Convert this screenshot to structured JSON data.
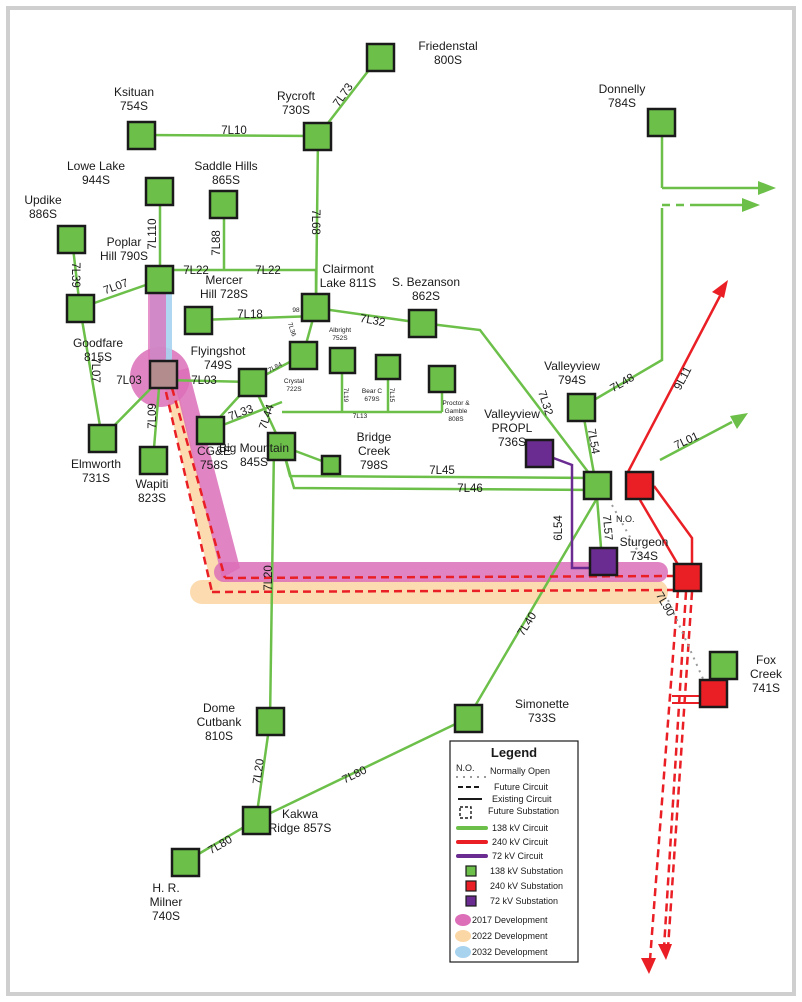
{
  "colors": {
    "kv138": "#6cc04a",
    "kv240": "#ea1f25",
    "kv72": "#6a2c91",
    "dev2017": "#dc6fb8",
    "dev2022": "#fbd7a6",
    "dev2032": "#a7d3ef",
    "sub_stroke": "#1a1a1a"
  },
  "substations": {
    "friedenstal": [
      "Friedenstal",
      "800S"
    ],
    "ksituan": [
      "Ksituan",
      "754S"
    ],
    "rycroft": [
      "Rycroft",
      "730S"
    ],
    "donnelly": [
      "Donnelly",
      "784S"
    ],
    "lowe_lake": [
      "Lowe Lake",
      "944S"
    ],
    "saddle_hills": [
      "Saddle Hills",
      "865S"
    ],
    "updike": [
      "Updike",
      "886S"
    ],
    "poplar_hill": [
      "Poplar",
      "Hill 790S"
    ],
    "clairmont_lake": [
      "Clairmont",
      "Lake 811S"
    ],
    "mercer_hill": [
      "Mercer",
      "Hill 728S"
    ],
    "s_bezanson": [
      "S. Bezanson",
      "862S"
    ],
    "goodfare": [
      "Goodfare",
      "815S"
    ],
    "flyingshot": [
      "Flyingshot",
      "749S"
    ],
    "albright": [
      "Albright",
      "752S"
    ],
    "crystal": [
      "Crystal",
      "722S"
    ],
    "bear_c": [
      "Bear C",
      "679S"
    ],
    "proctor_gamble": [
      "Proctor &",
      "Gamble",
      "808S"
    ],
    "valleyview": [
      "Valleyview",
      "794S"
    ],
    "valleyview_propl": [
      "Valleyview",
      "PROPL",
      "736S"
    ],
    "cge": [
      "CG&E",
      "758S"
    ],
    "elmworth": [
      "Elmworth",
      "731S"
    ],
    "wapiti": [
      "Wapiti",
      "823S"
    ],
    "big_mountain": [
      "Big Mountain",
      "845S"
    ],
    "bridge_creek": [
      "Bridge",
      "Creek",
      "798S"
    ],
    "sturgeon": [
      "Sturgeon",
      "734S"
    ],
    "fox_creek": [
      "Fox",
      "Creek",
      "741S"
    ],
    "simonette": [
      "Simonette",
      "733S"
    ],
    "dome_cutbank": [
      "Dome",
      "Cutbank",
      "810S"
    ],
    "kakwa_ridge": [
      "Kakwa",
      "Ridge 857S"
    ],
    "hr_milner": [
      "H. R.",
      "Milner",
      "740S"
    ]
  },
  "circuits": {
    "c7L10": "7L10",
    "c7L73": "7L73",
    "c7L68": "7L68",
    "c7L110": "7L110",
    "c7L88": "7L88",
    "c7L39": "7L39",
    "c7L07a": "7L07",
    "c7L07b": "7L07",
    "c7L22a": "7L22",
    "c7L22b": "7L22",
    "c7L18": "7L18",
    "c7L32a": "7L32",
    "c7L32b": "7L32",
    "c7L03a": "7L03",
    "c7L03b": "7L03",
    "c7L09": "7L09",
    "c7L33": "7L33",
    "c7L44": "7L44",
    "c7L84": "7L84",
    "c7L36": "7L36",
    "c7L19": "7L19",
    "c7L13": "7L13",
    "c7L15": "7L15",
    "c7L48": "7L48",
    "c7L54": "7L54",
    "c7L45": "7L45",
    "c7L46": "7L46",
    "c7L57": "7L57",
    "c6L54": "6L54",
    "c9L11": "9L11",
    "c7L01": "7L01",
    "c7L90": "7L90",
    "c7L20a": "7L20",
    "c7L20b": "7L20",
    "c7L40": "7L40",
    "c7L80a": "7L80",
    "c7L80b": "7L80",
    "c98": "98"
  },
  "no_label": "N.O.",
  "legend": {
    "title": "Legend",
    "no_abbrev": "N.O.",
    "normally_open": "Normally Open",
    "future_circuit": "Future Circuit",
    "existing_circuit": "Existing Circuit",
    "future_substation": "Future Substation",
    "kv138_circuit": "138 kV Circuit",
    "kv240_circuit": "240 kV Circuit",
    "kv72_circuit": "72 kV Circuit",
    "kv138_sub": "138 kV Substation",
    "kv240_sub": "240 kV Substation",
    "kv72_sub": "72 kV Substation",
    "dev2017": "2017 Development",
    "dev2022": "2022 Development",
    "dev2032": "2032 Development"
  }
}
